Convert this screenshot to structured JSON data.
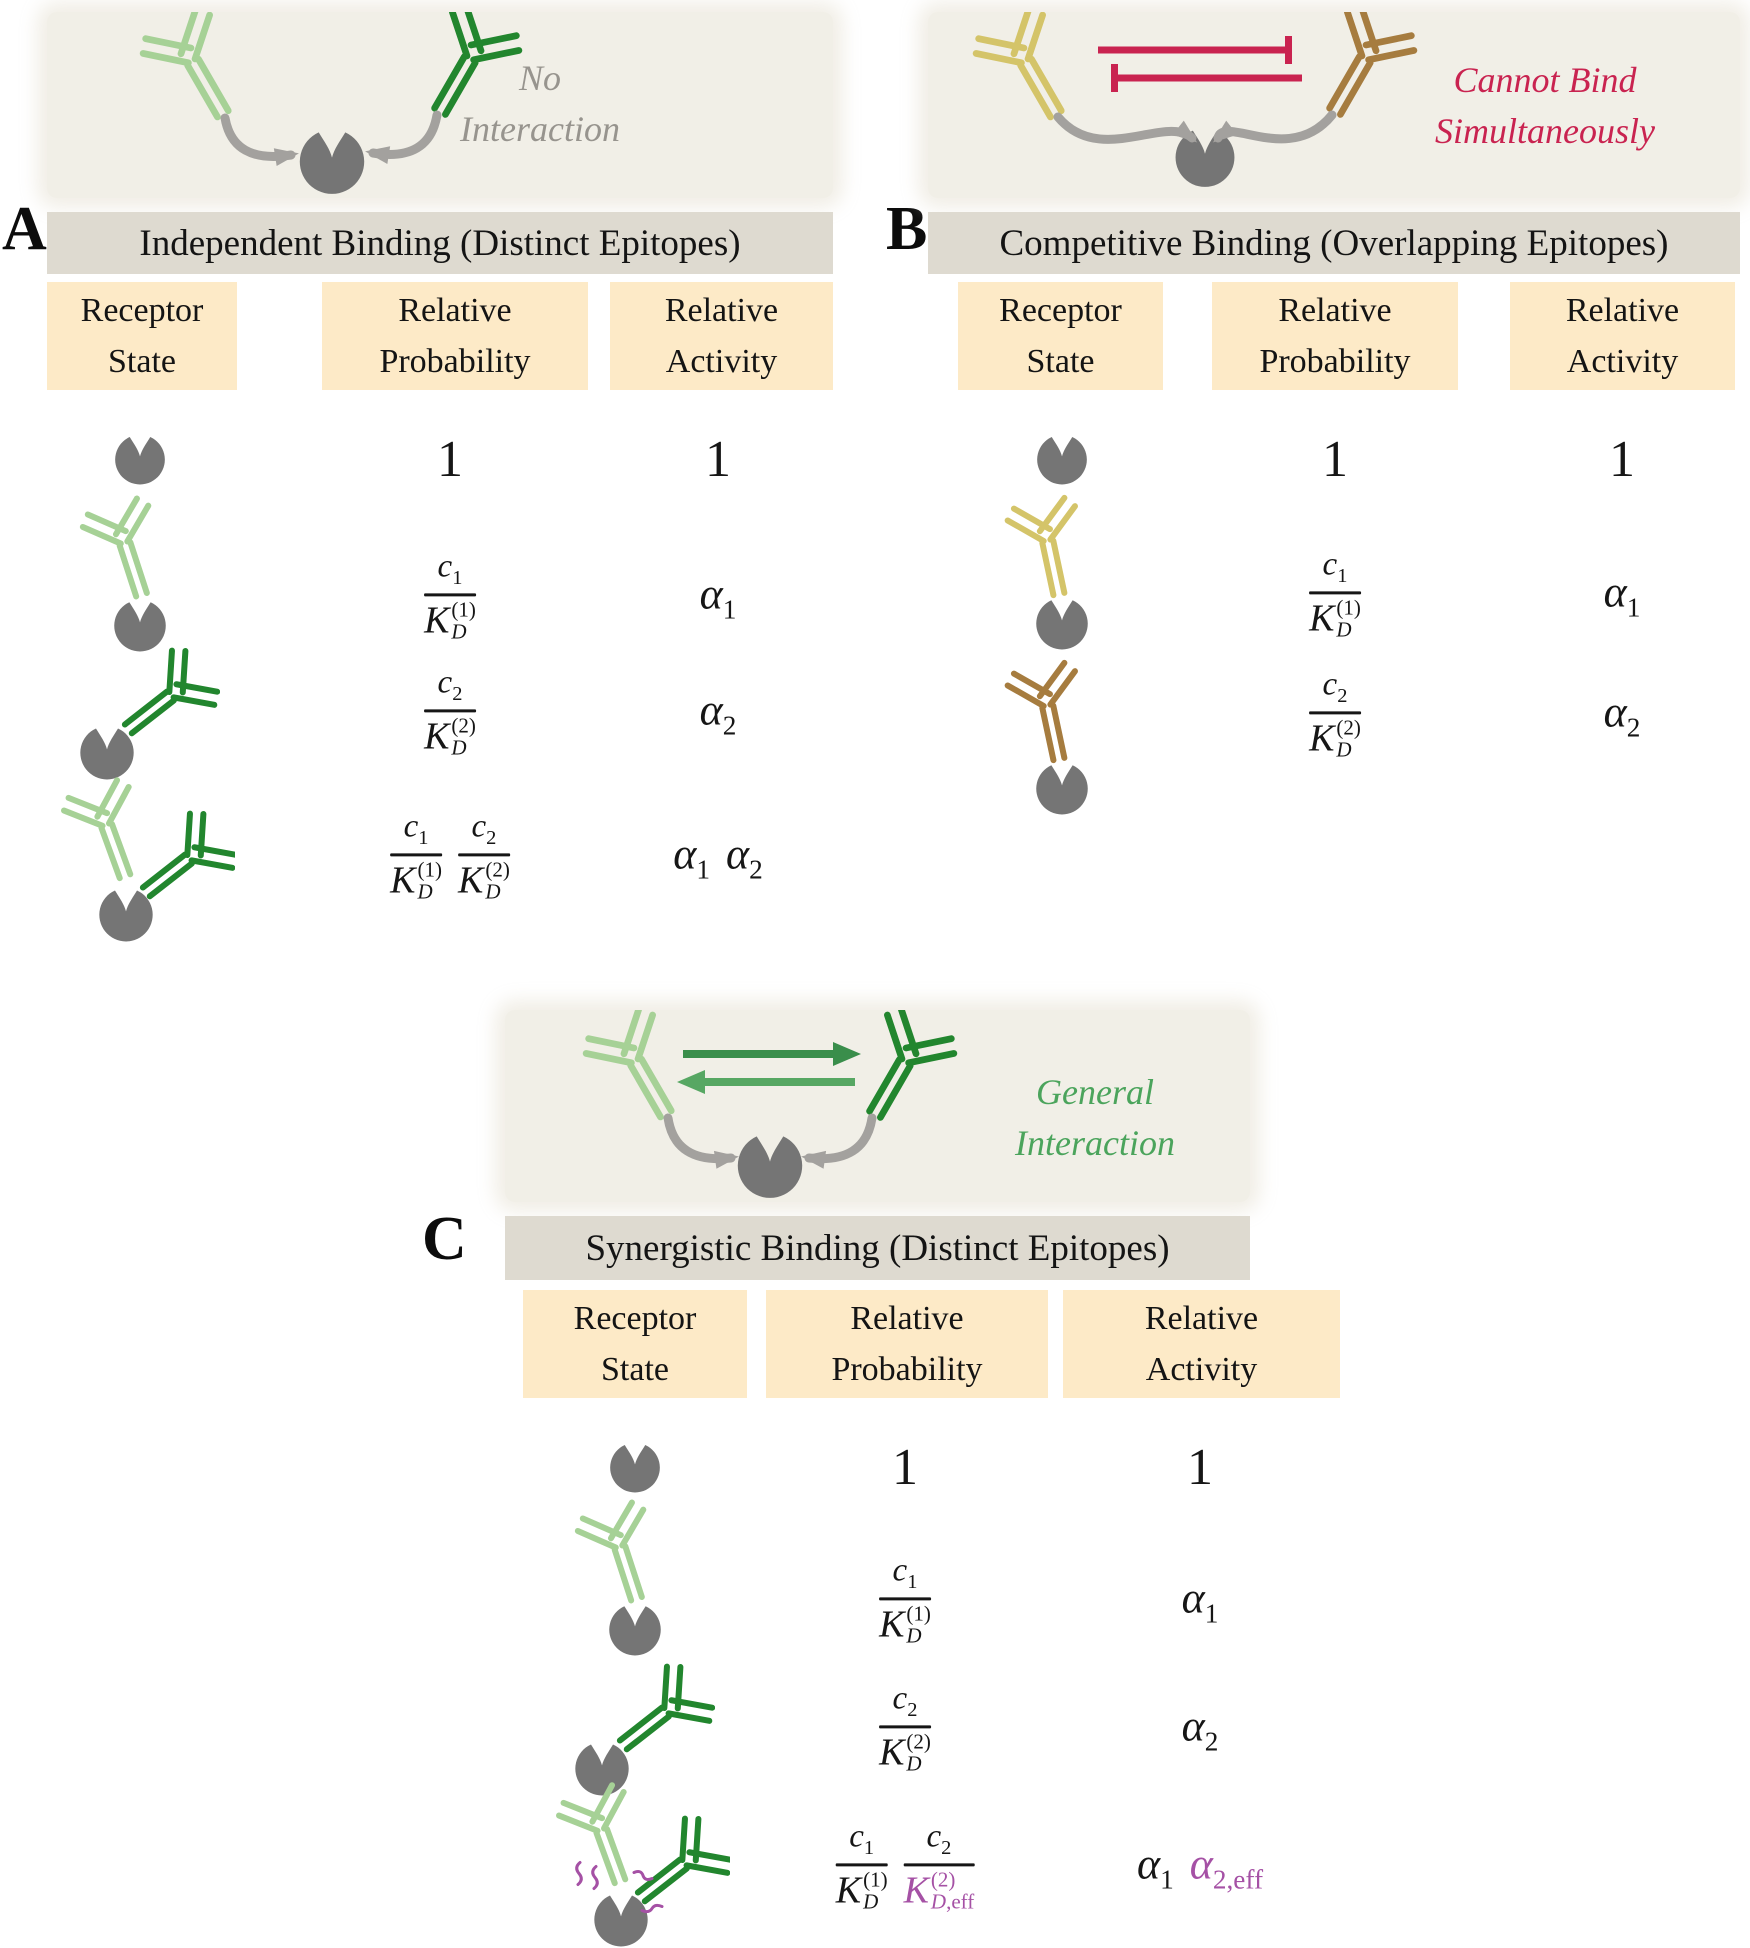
{
  "figure": {
    "colors": {
      "receptor": "#757575",
      "arrow_gray": "#a3a19e",
      "inhibit_line": "#c92350",
      "exchange_arrow_top": "#3a8e4b",
      "exchange_arrow_bottom": "#57a763",
      "panel_background": "#f1efe7",
      "title_bar_background": "#dedad0",
      "column_header_background": "#fdeac7",
      "squiggle_purple": "#a551a5"
    },
    "panels": [
      {
        "label": "A",
        "scene_caption": [
          "No",
          "Interaction"
        ],
        "caption_color": "#97948e",
        "title": "Independent Binding (Distinct Epitopes)",
        "columns": [
          [
            "Receptor",
            "State"
          ],
          [
            "Relative",
            "Probability"
          ],
          [
            "Relative",
            "Activity"
          ]
        ],
        "antibody1_color": "#a6d196",
        "antibody2_color": "#22862e",
        "interaction": "none",
        "rows": [
          {
            "state": "receptor-unbound",
            "probability": {
              "kind": "one",
              "value": "1"
            },
            "activity": {
              "kind": "one",
              "value": "1"
            }
          },
          {
            "state": "antibody1-bound",
            "probability": {
              "kind": "fractions",
              "terms": [
                {
                  "num_base": "c",
                  "num_sub": "1",
                  "den_base": "K",
                  "den_sub": "D",
                  "den_sup": "(1)"
                }
              ]
            },
            "activity": {
              "kind": "alphas",
              "tokens": [
                {
                  "base": "α",
                  "sub": "1"
                }
              ]
            }
          },
          {
            "state": "antibody2-bound",
            "probability": {
              "kind": "fractions",
              "terms": [
                {
                  "num_base": "c",
                  "num_sub": "2",
                  "den_base": "K",
                  "den_sub": "D",
                  "den_sup": "(2)"
                }
              ]
            },
            "activity": {
              "kind": "alphas",
              "tokens": [
                {
                  "base": "α",
                  "sub": "2"
                }
              ]
            }
          },
          {
            "state": "both-bound",
            "probability": {
              "kind": "fractions",
              "terms": [
                {
                  "num_base": "c",
                  "num_sub": "1",
                  "den_base": "K",
                  "den_sub": "D",
                  "den_sup": "(1)"
                },
                {
                  "num_base": "c",
                  "num_sub": "2",
                  "den_base": "K",
                  "den_sub": "D",
                  "den_sup": "(2)"
                }
              ]
            },
            "activity": {
              "kind": "alphas",
              "tokens": [
                {
                  "base": "α",
                  "sub": "1"
                },
                {
                  "base": "α",
                  "sub": "2"
                }
              ]
            }
          }
        ]
      },
      {
        "label": "B",
        "scene_caption": [
          "Cannot Bind",
          "Simultaneously"
        ],
        "caption_color": "#c92350",
        "title": "Competitive Binding (Overlapping Epitopes)",
        "columns": [
          [
            "Receptor",
            "State"
          ],
          [
            "Relative",
            "Probability"
          ],
          [
            "Relative",
            "Activity"
          ]
        ],
        "antibody1_color": "#d4c469",
        "antibody2_color": "#a67c3f",
        "interaction": "cannot-bind",
        "rows": [
          {
            "state": "receptor-unbound",
            "probability": {
              "kind": "one",
              "value": "1"
            },
            "activity": {
              "kind": "one",
              "value": "1"
            }
          },
          {
            "state": "antibody1-bound",
            "probability": {
              "kind": "fractions",
              "terms": [
                {
                  "num_base": "c",
                  "num_sub": "1",
                  "den_base": "K",
                  "den_sub": "D",
                  "den_sup": "(1)"
                }
              ]
            },
            "activity": {
              "kind": "alphas",
              "tokens": [
                {
                  "base": "α",
                  "sub": "1"
                }
              ]
            }
          },
          {
            "state": "antibody2-bound",
            "probability": {
              "kind": "fractions",
              "terms": [
                {
                  "num_base": "c",
                  "num_sub": "2",
                  "den_base": "K",
                  "den_sub": "D",
                  "den_sup": "(2)"
                }
              ]
            },
            "activity": {
              "kind": "alphas",
              "tokens": [
                {
                  "base": "α",
                  "sub": "2"
                }
              ]
            }
          }
        ]
      },
      {
        "label": "C",
        "scene_caption": [
          "General",
          "Interaction"
        ],
        "caption_color": "#4ba45c",
        "title": "Synergistic Binding (Distinct Epitopes)",
        "columns": [
          [
            "Receptor",
            "State"
          ],
          [
            "Relative",
            "Probability"
          ],
          [
            "Relative",
            "Activity"
          ]
        ],
        "antibody1_color": "#a6d196",
        "antibody2_color": "#22862e",
        "interaction": "general",
        "rows": [
          {
            "state": "receptor-unbound",
            "probability": {
              "kind": "one",
              "value": "1"
            },
            "activity": {
              "kind": "one",
              "value": "1"
            }
          },
          {
            "state": "antibody1-bound",
            "probability": {
              "kind": "fractions",
              "terms": [
                {
                  "num_base": "c",
                  "num_sub": "1",
                  "den_base": "K",
                  "den_sub": "D",
                  "den_sup": "(1)"
                }
              ]
            },
            "activity": {
              "kind": "alphas",
              "tokens": [
                {
                  "base": "α",
                  "sub": "1"
                }
              ]
            }
          },
          {
            "state": "antibody2-bound",
            "probability": {
              "kind": "fractions",
              "terms": [
                {
                  "num_base": "c",
                  "num_sub": "2",
                  "den_base": "K",
                  "den_sub": "D",
                  "den_sup": "(2)"
                }
              ]
            },
            "activity": {
              "kind": "alphas",
              "tokens": [
                {
                  "base": "α",
                  "sub": "2"
                }
              ]
            }
          },
          {
            "state": "both-bound-effective",
            "probability": {
              "kind": "fractions",
              "terms": [
                {
                  "num_base": "c",
                  "num_sub": "1",
                  "den_base": "K",
                  "den_sub": "D",
                  "den_sup": "(1)"
                },
                {
                  "num_base": "c",
                  "num_sub": "2",
                  "den_base": "K",
                  "den_sub": "D,eff",
                  "den_sup": "(2)",
                  "den_color": "#a551a5"
                }
              ]
            },
            "activity": {
              "kind": "alphas",
              "tokens": [
                {
                  "base": "α",
                  "sub": "1"
                },
                {
                  "base": "α",
                  "sub": "2,eff",
                  "color": "#a551a5"
                }
              ]
            }
          }
        ]
      }
    ]
  }
}
